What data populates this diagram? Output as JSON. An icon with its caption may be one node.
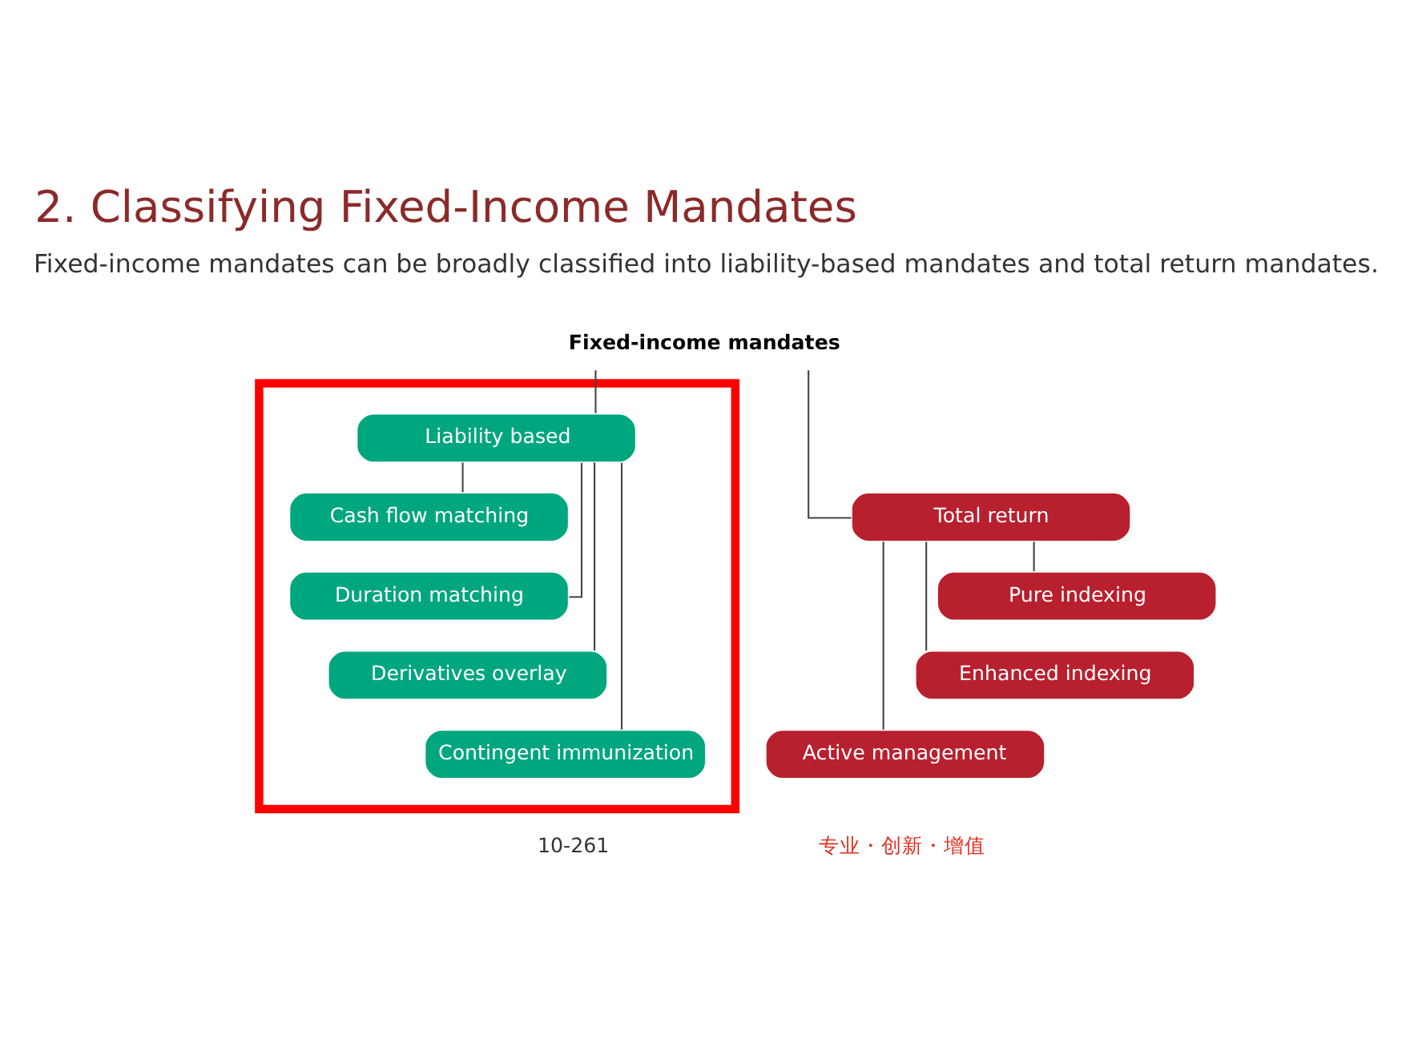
{
  "diagram": {
    "title": "2. Classifying Fixed-Income Mandates",
    "nodes": [
      {
        "text": [
          "Fixed-income mandates"
        ]
      },
      {
        "text": [],
        "shape": "box"
      },
      {
        "text": [
          "Liability based"
        ],
        "in": 1
      },
      {
        "text": [
          "Cash flow matching"
        ],
        "in": 1
      },
      {
        "text": [
          "Duration matching"
        ],
        "in": 1
      },
      {
        "text": [
          "Derivatives overlay"
        ],
        "in": 1
      },
      {
        "text": [
          "Contingent immunization"
        ],
        "in": 1
      },
      {
        "text": [
          "Total return"
        ]
      },
      {
        "text": [
          "Pure indexing"
        ]
      },
      {
        "text": [
          "Enhanced indexing"
        ]
      },
      {
        "text": [
          "Active management"
        ]
      }
    ],
    "edges": [
      {
        "from": 0,
        "to": 2,
        "arrow": "none"
      },
      {
        "from": 0,
        "to": 7,
        "arrow": "none"
      },
      {
        "from": 2,
        "to": 3,
        "arrow": "none"
      },
      {
        "from": 2,
        "to": 4,
        "arrow": "none"
      },
      {
        "from": 2,
        "to": 5,
        "arrow": "none"
      },
      {
        "from": 2,
        "to": 6,
        "arrow": "none"
      },
      {
        "from": 7,
        "to": 8,
        "arrow": "none"
      },
      {
        "from": 7,
        "to": 9,
        "arrow": "none"
      },
      {
        "from": 7,
        "to": 10,
        "arrow": "none"
      }
    ],
    "labels": [
      "Fixed-income mandates can be broadly classified into liability-based mandates and total return mandates.",
      "10-261",
      "专业・创新・增值"
    ]
  }
}
